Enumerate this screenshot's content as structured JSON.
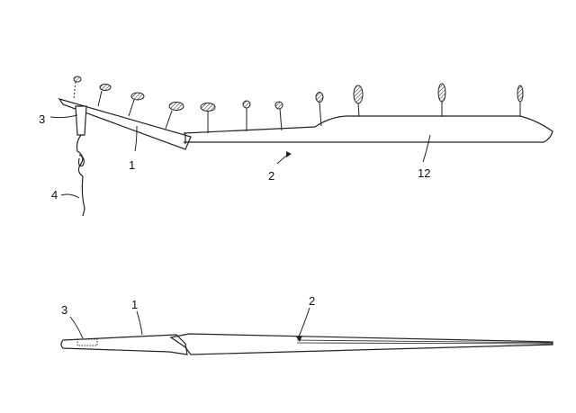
{
  "figure_top": {
    "labels": {
      "holder": "3",
      "handle": "1",
      "line": "4",
      "blade_arrow": "2",
      "blade_tip": "12"
    }
  },
  "figure_bottom": {
    "labels": {
      "holder": "3",
      "handle": "1",
      "blade_arrow": "2"
    }
  }
}
